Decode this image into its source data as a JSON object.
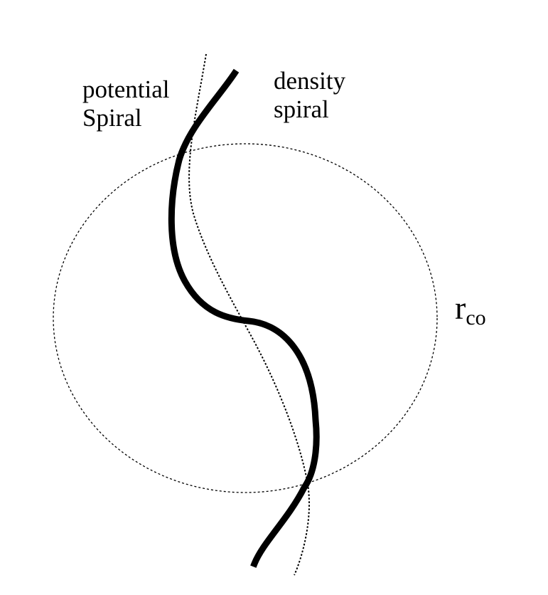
{
  "labels": {
    "potential_line1": "potential",
    "potential_line2": "Spiral",
    "density_line1": "density",
    "density_line2": "spiral",
    "radius_symbol": "r",
    "radius_subscript": "co"
  },
  "colors": {
    "background": "#ffffff",
    "ink": "#000000"
  }
}
